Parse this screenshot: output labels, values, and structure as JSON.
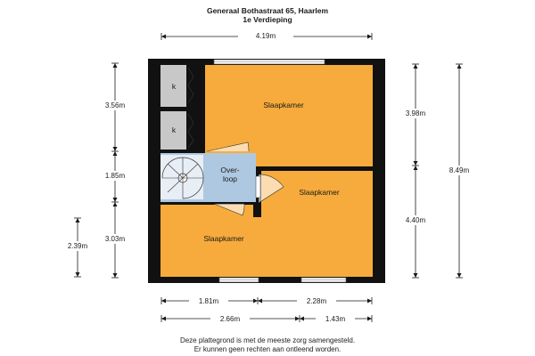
{
  "header": {
    "address": "Generaal Bothastraat 65, Haarlem",
    "floor": "1e Verdieping"
  },
  "rooms": {
    "bedroom_top": "Slaapkamer",
    "bedroom_right": "Slaapkamer",
    "bedroom_bottom": "Slaapkamer",
    "landing_line1": "Over-",
    "landing_line2": "loop",
    "closet_top": "k",
    "closet_bottom": "k"
  },
  "dimensions": {
    "top_width": "4.19m",
    "left_upper": "3.56m",
    "left_middle": "1.85m",
    "left_lower": "3.03m",
    "far_left": "2.39m",
    "right_upper": "3.98m",
    "right_lower": "4.40m",
    "far_right": "8.49m",
    "bottom_left": "1.81m",
    "bottom_right": "2.28m",
    "bottom_left_total": "2.66m",
    "bottom_right_short": "1.43m"
  },
  "colors": {
    "room_fill": "#F7AB3C",
    "landing_fill": "#AFC8E1",
    "closet_fill": "#C8C8C8",
    "wall": "#111111"
  },
  "footer": {
    "line1": "Deze plattegrond is met de meeste zorg samengesteld.",
    "line2": "Er kunnen geen rechten aan ontleend worden."
  }
}
